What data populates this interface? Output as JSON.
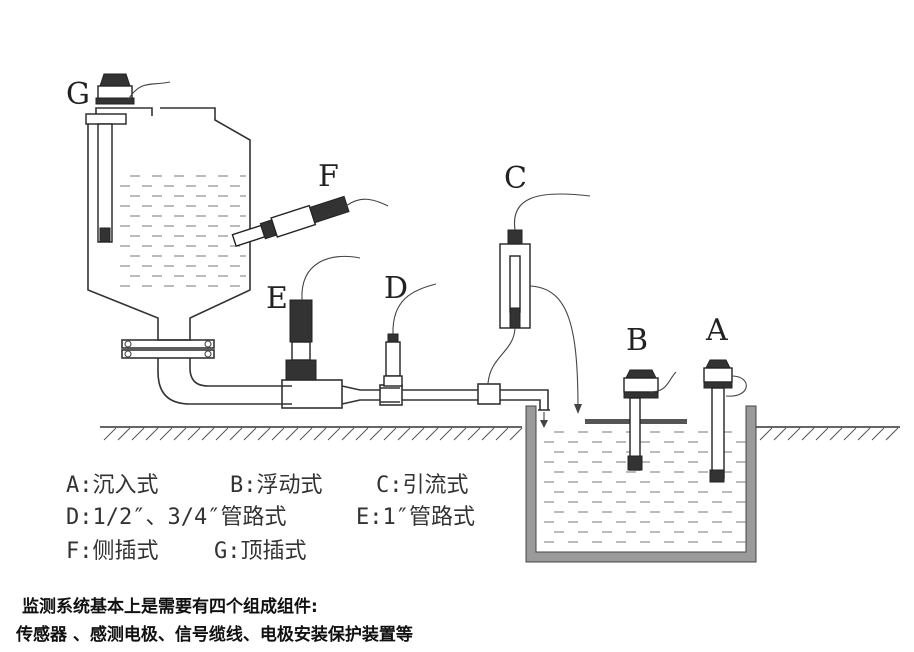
{
  "labels": {
    "A": "A",
    "B": "B",
    "C": "C",
    "D": "D",
    "E": "E",
    "F": "F",
    "G": "G"
  },
  "legend": {
    "line1_a": "A:沉入式",
    "line1_b": "B:浮动式",
    "line1_c": "C:引流式",
    "line2_d": "D:1/2″、3/4″管路式",
    "line2_e": "E:1″管路式",
    "line3_f": "F:侧插式",
    "line3_g": "G:顶插式"
  },
  "notes": {
    "line1": "监测系统基本上是需要有四个组成组件:",
    "line2": "传感器 、感测电极、信号缆线、电极安装保护装置等"
  }
}
